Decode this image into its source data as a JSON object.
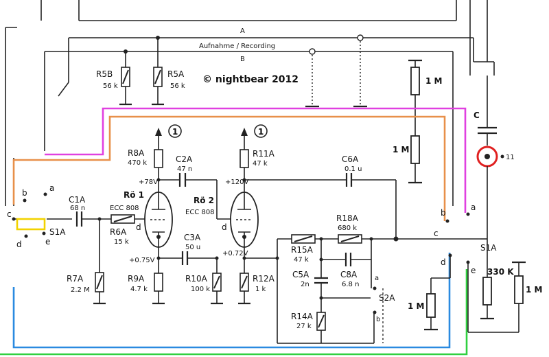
{
  "header": {
    "line_a": "A",
    "bus_label": "Aufnahme / Recording",
    "line_b": "B",
    "copyright": "© nightbear 2012"
  },
  "components": {
    "r5b": {
      "name": "R5B",
      "value": "56 k"
    },
    "r5a": {
      "name": "R5A",
      "value": "56 k"
    },
    "r8a": {
      "name": "R8A",
      "value": "470 k"
    },
    "c2a": {
      "name": "C2A",
      "value": "47 n"
    },
    "r11a": {
      "name": "R11A",
      "value": "47 k"
    },
    "c6a": {
      "name": "C6A",
      "value": "0.1 u"
    },
    "c1a": {
      "name": "C1A",
      "value": "68 n"
    },
    "ro1": {
      "name": "Rö 1",
      "value": "ECC 808"
    },
    "ro2": {
      "name": "Rö 2",
      "value": "ECC 808"
    },
    "r6a": {
      "name": "R6A",
      "value": "15 k"
    },
    "r18a": {
      "name": "R18A",
      "value": "680 k"
    },
    "r15a": {
      "name": "R15A",
      "value": "47 k"
    },
    "c3a": {
      "name": "C3A",
      "value": "50 u"
    },
    "c5a": {
      "name": "C5A",
      "value": "2n"
    },
    "c8a": {
      "name": "C8A",
      "value": "6.8 n"
    },
    "r7a": {
      "name": "R7A",
      "value": "2.2 M"
    },
    "r9a": {
      "name": "R9A",
      "value": "4.7 k"
    },
    "r10a": {
      "name": "R10A",
      "value": "100 k"
    },
    "r12a": {
      "name": "R12A",
      "value": "1 k"
    },
    "r14a": {
      "name": "R14A",
      "value": "27 k"
    },
    "s1a_left": {
      "name": "S1A"
    },
    "s1a_right": {
      "name": "S1A"
    },
    "s2a": {
      "name": "S2A"
    }
  },
  "voltages": {
    "v78": "+78V",
    "v120": "+120V",
    "v075": "+0.75V",
    "v072": "+0.72V"
  },
  "annotations": {
    "supply_1a": "1",
    "supply_1b": "1",
    "res_1m_top": "1 M",
    "res_1m_mid": "1 M",
    "res_1m_low": "1 M",
    "res_1m_right": "1 M",
    "res_330k": "330 K",
    "cap_c": "C",
    "pin_11": "11",
    "sw_a": "a",
    "sw_b": "b",
    "sw_c_left": "c",
    "sw_d_left": "d",
    "sw_e_left": "e",
    "sw_c_right": "c",
    "sw_d_right": "d",
    "sw_e_right": "e",
    "sw_a_right": "a",
    "sw_b_right": "b",
    "s2a_a": "a",
    "s2a_b": "b",
    "tube1_pin": "d",
    "tube2_pin": "d"
  },
  "colors": {
    "magenta": "#e040e0",
    "orange": "#e8904a",
    "blue": "#2a8ae0",
    "green": "#30d040",
    "yellow": "#f2d200",
    "red": "#e02020"
  }
}
